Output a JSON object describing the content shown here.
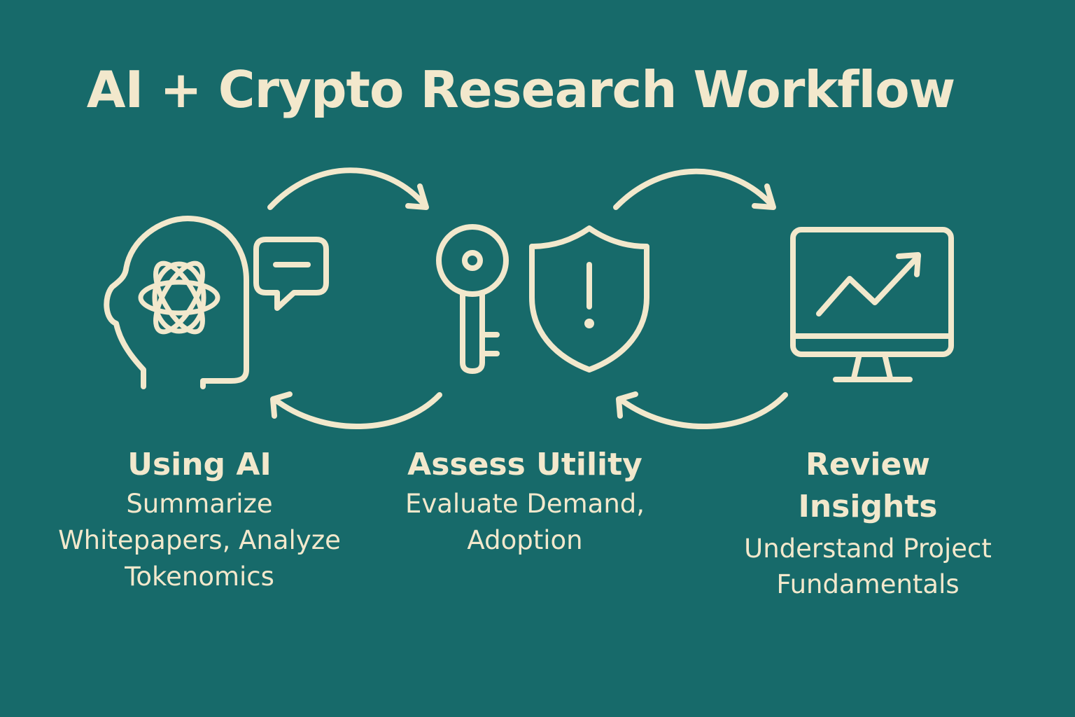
{
  "title": "AI + Crypto Research Workflow",
  "colors": {
    "background": "#176a6a",
    "foreground": "#f2e8cc"
  },
  "steps": [
    {
      "heading": "Using AI",
      "description": "Summarize Whitepapers, Analyze Tokenomics",
      "icons": [
        "head-icon",
        "ai-knot-icon",
        "chat-bubble-icon"
      ]
    },
    {
      "heading": "Assess Utility",
      "description": "Evaluate Demand, Adoption",
      "icons": [
        "key-icon",
        "shield-alert-icon"
      ]
    },
    {
      "heading": "Review Insights",
      "description": "Understand Project Fundamentals",
      "icons": [
        "monitor-chart-icon"
      ]
    }
  ],
  "connectors": [
    "curved-arrow-right-icon",
    "curved-arrow-left-icon"
  ]
}
